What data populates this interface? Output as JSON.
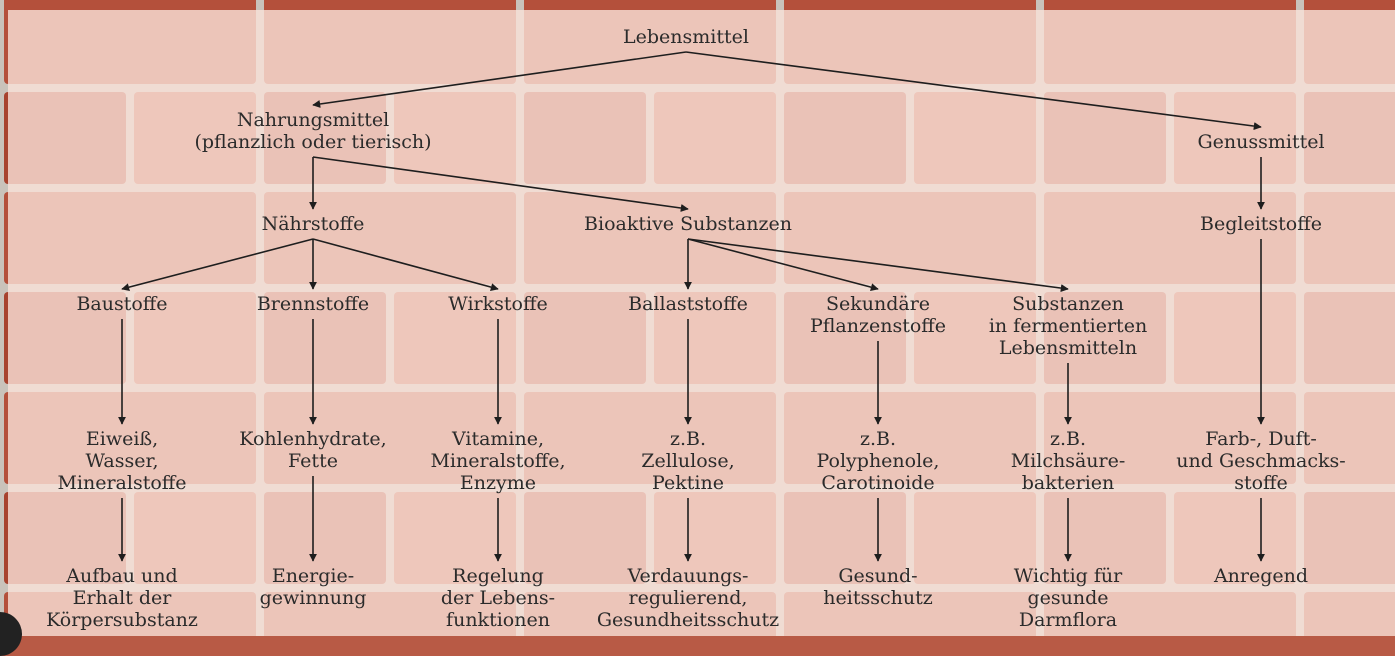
{
  "diagram": {
    "nodes": {
      "lebensmittel": "Lebensmittel",
      "nahrungsmittel": "Nahrungsmittel\n(pflanzlich oder tierisch)",
      "genussmittel": "Genussmittel",
      "naehrstoffe": "Nährstoffe",
      "bioaktive": "Bioaktive Substanzen",
      "begleitstoffe": "Begleitstoffe",
      "baustoffe": "Baustoffe",
      "brennstoffe": "Brennstoffe",
      "wirkstoffe": "Wirkstoffe",
      "ballaststoffe": "Ballaststoffe",
      "sekundaere": "Sekundäre\nPflanzenstoffe",
      "fermentiert": "Substanzen\nin fermentierten\nLebensmitteln",
      "eiweiss": "Eiweiß,\nWasser,\nMineralstoffe",
      "kohlenhydrate": "Kohlenhydrate,\nFette",
      "vitamine": "Vitamine,\nMineralstoffe,\nEnzyme",
      "zellulose": "z.B.\nZellulose,\nPektine",
      "polyphenole": "z.B.\nPolyphenole,\nCarotinoide",
      "milchsaeure": "z.B.\nMilchsäure-\nbakterien",
      "farb": "Farb-, Duft-\nund Geschmacks-\nstoffe",
      "aufbau": "Aufbau und\nErhalt der\nKörpersubstanz",
      "energie": "Energie-\ngewinnung",
      "regelung": "Regelung\nder Lebens-\nfunktionen",
      "verdauung": "Verdauungs-\nregulierend,\nGesundheitsschutz",
      "gesundheit": "Gesund-\nheitsschutz",
      "darmflora": "Wichtig für\ngesunde\nDarmflora",
      "anregend": "Anregend"
    },
    "edges": [
      [
        "lebensmittel",
        "nahrungsmittel"
      ],
      [
        "lebensmittel",
        "genussmittel"
      ],
      [
        "nahrungsmittel",
        "naehrstoffe"
      ],
      [
        "nahrungsmittel",
        "bioaktive"
      ],
      [
        "genussmittel",
        "begleitstoffe"
      ],
      [
        "naehrstoffe",
        "baustoffe"
      ],
      [
        "naehrstoffe",
        "brennstoffe"
      ],
      [
        "naehrstoffe",
        "wirkstoffe"
      ],
      [
        "bioaktive",
        "ballaststoffe"
      ],
      [
        "bioaktive",
        "sekundaere"
      ],
      [
        "bioaktive",
        "fermentiert"
      ],
      [
        "baustoffe",
        "eiweiss"
      ],
      [
        "brennstoffe",
        "kohlenhydrate"
      ],
      [
        "wirkstoffe",
        "vitamine"
      ],
      [
        "ballaststoffe",
        "zellulose"
      ],
      [
        "sekundaere",
        "polyphenole"
      ],
      [
        "fermentiert",
        "milchsaeure"
      ],
      [
        "begleitstoffe",
        "farb"
      ],
      [
        "eiweiss",
        "aufbau"
      ],
      [
        "kohlenhydrate",
        "energie"
      ],
      [
        "vitamine",
        "regelung"
      ],
      [
        "zellulose",
        "verdauung"
      ],
      [
        "polyphenole",
        "gesundheit"
      ],
      [
        "milchsaeure",
        "darmflora"
      ],
      [
        "farb",
        "anregend"
      ]
    ]
  }
}
